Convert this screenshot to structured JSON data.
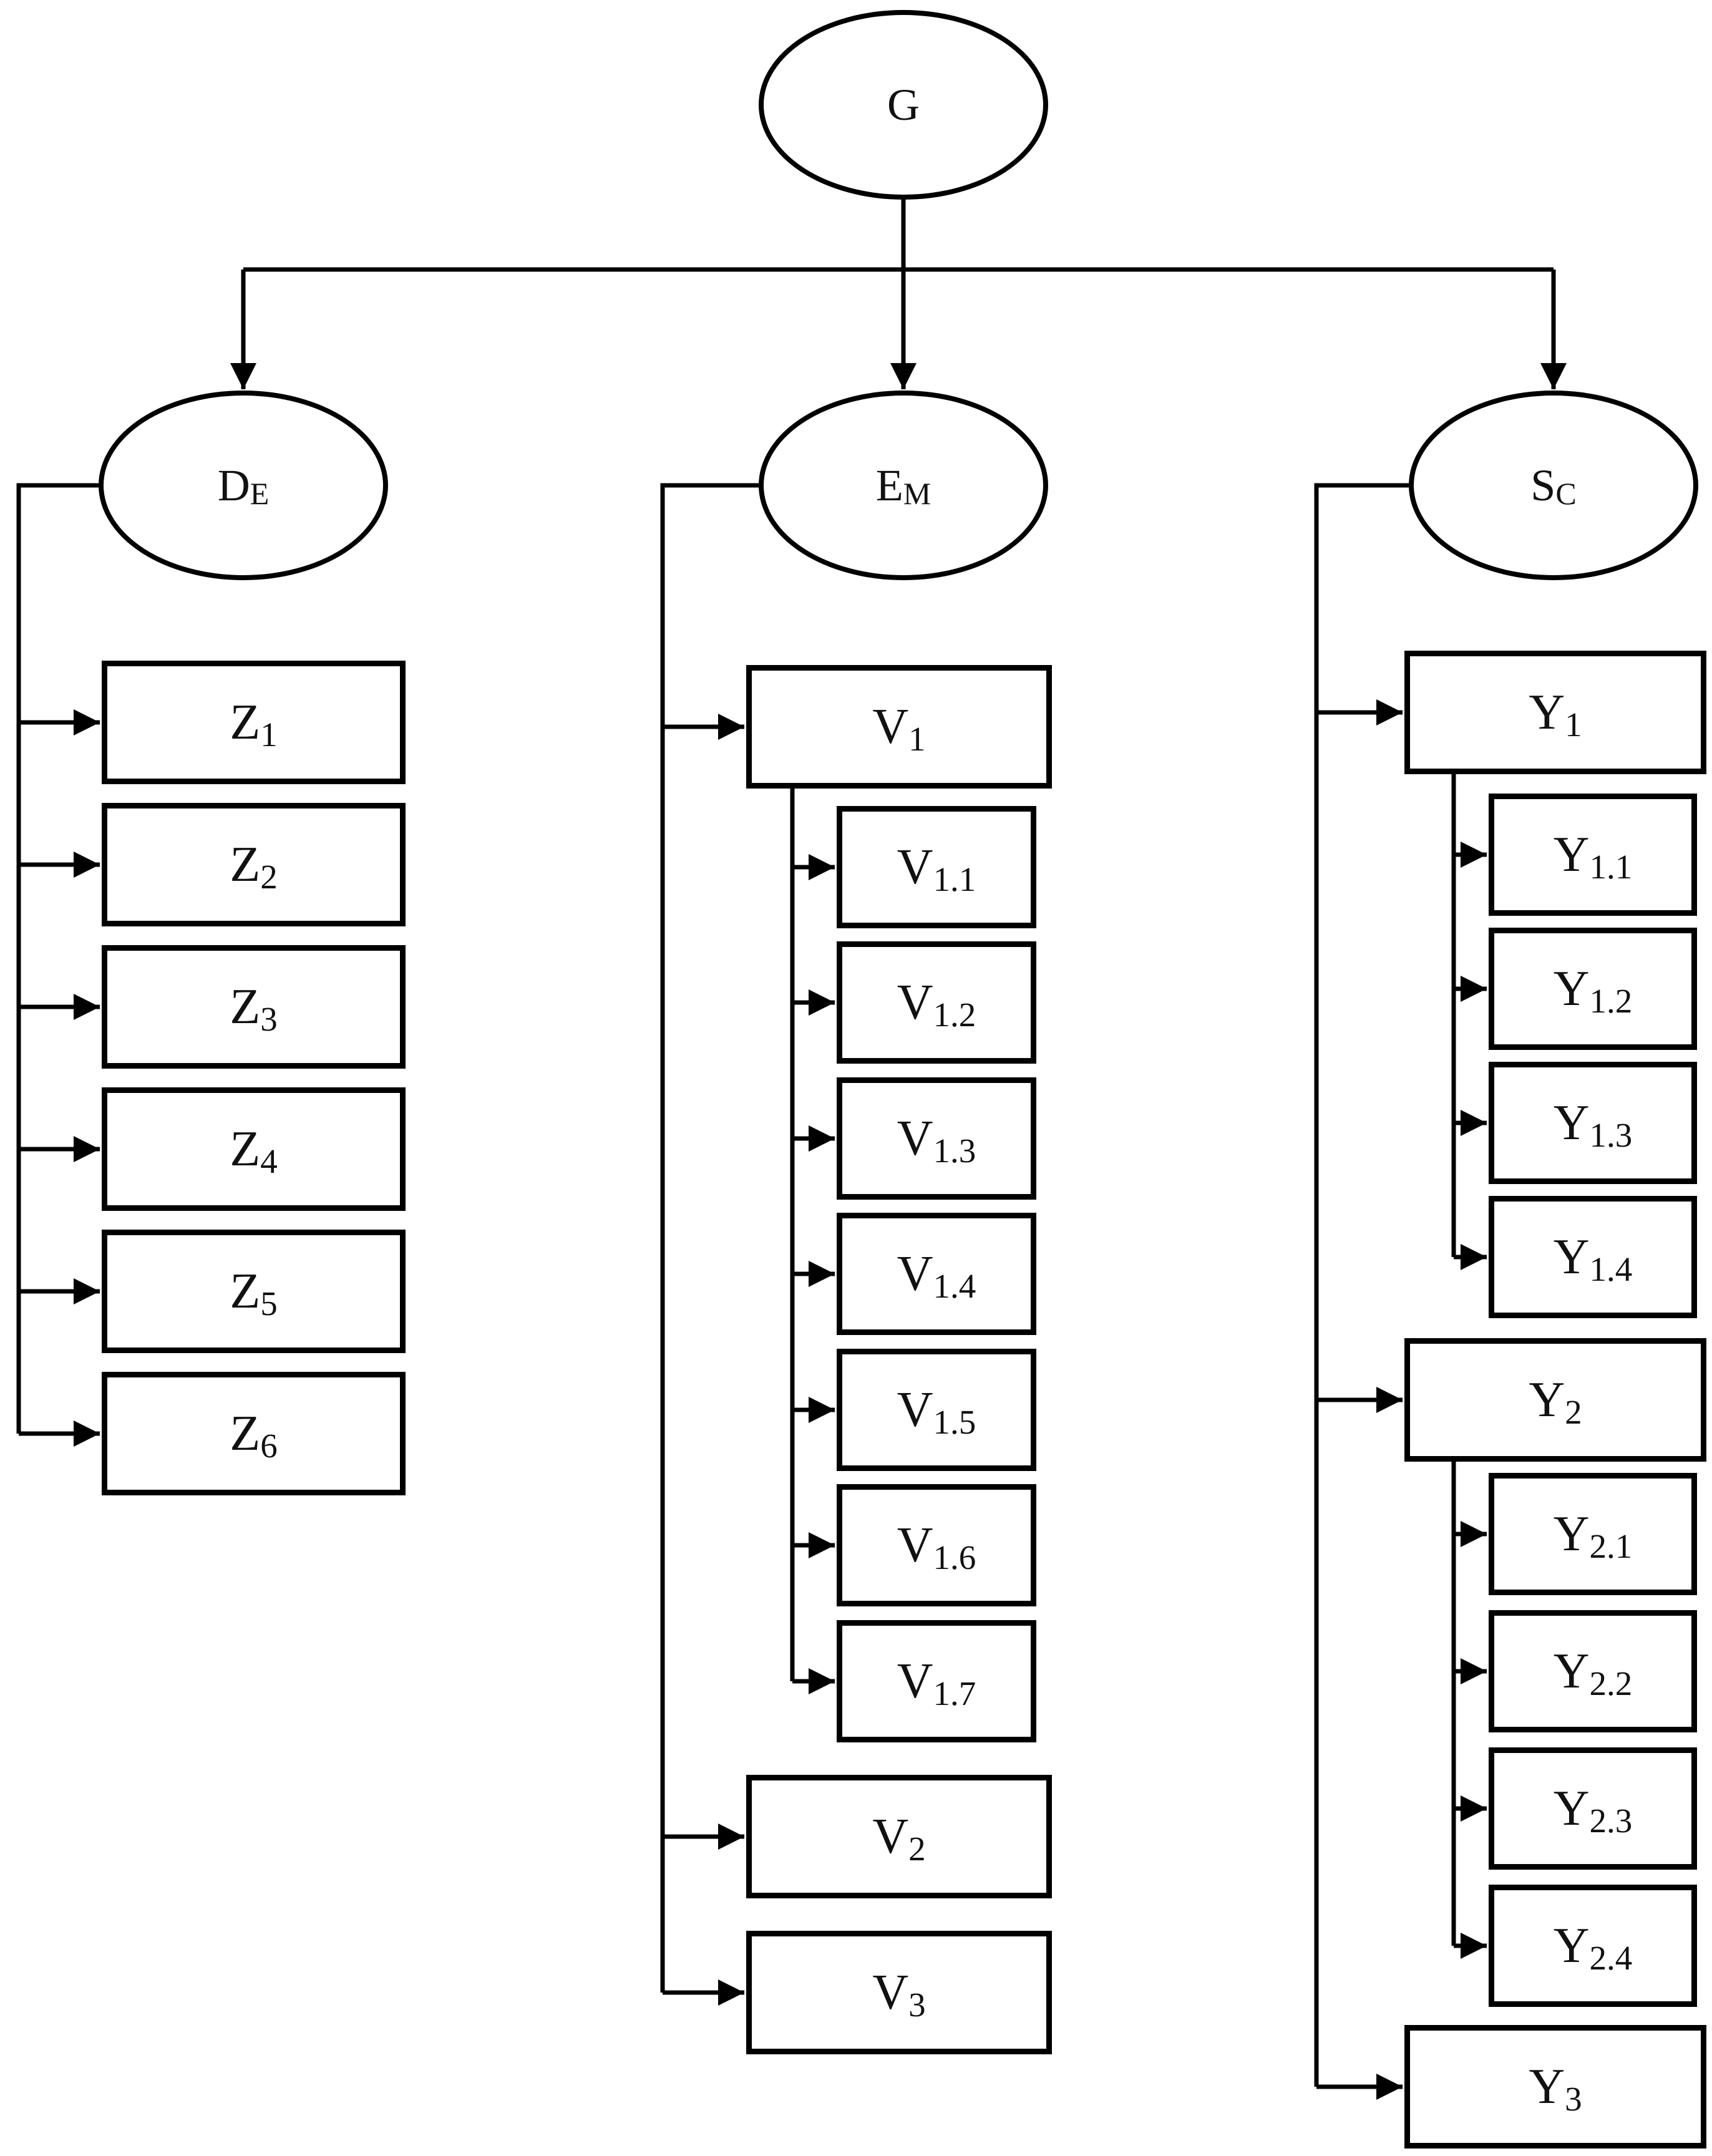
{
  "figure": {
    "background_color": "#ffffff",
    "line_color": "#000000",
    "nodes": {
      "g": {
        "main": "G",
        "sub": ""
      },
      "de": {
        "main": "D",
        "sub": "E"
      },
      "em": {
        "main": "E",
        "sub": "M"
      },
      "sc": {
        "main": "S",
        "sub": "C"
      },
      "z1": {
        "main": "Z",
        "sub": "1"
      },
      "z2": {
        "main": "Z",
        "sub": "2"
      },
      "z3": {
        "main": "Z",
        "sub": "3"
      },
      "z4": {
        "main": "Z",
        "sub": "4"
      },
      "z5": {
        "main": "Z",
        "sub": "5"
      },
      "z6": {
        "main": "Z",
        "sub": "6"
      },
      "v1": {
        "main": "V",
        "sub": "1"
      },
      "v1_1": {
        "main": "V",
        "sub": "1.1"
      },
      "v1_2": {
        "main": "V",
        "sub": "1.2"
      },
      "v1_3": {
        "main": "V",
        "sub": "1.3"
      },
      "v1_4": {
        "main": "V",
        "sub": "1.4"
      },
      "v1_5": {
        "main": "V",
        "sub": "1.5"
      },
      "v1_6": {
        "main": "V",
        "sub": "1.6"
      },
      "v1_7": {
        "main": "V",
        "sub": "1.7"
      },
      "v2": {
        "main": "V",
        "sub": "2"
      },
      "v3": {
        "main": "V",
        "sub": "3"
      },
      "y1": {
        "main": "Y",
        "sub": "1"
      },
      "y1_1": {
        "main": "Y",
        "sub": "1.1"
      },
      "y1_2": {
        "main": "Y",
        "sub": "1.2"
      },
      "y1_3": {
        "main": "Y",
        "sub": "1.3"
      },
      "y1_4": {
        "main": "Y",
        "sub": "1.4"
      },
      "y2": {
        "main": "Y",
        "sub": "2"
      },
      "y2_1": {
        "main": "Y",
        "sub": "2.1"
      },
      "y2_2": {
        "main": "Y",
        "sub": "2.2"
      },
      "y2_3": {
        "main": "Y",
        "sub": "2.3"
      },
      "y2_4": {
        "main": "Y",
        "sub": "2.4"
      },
      "y3": {
        "main": "Y",
        "sub": "3"
      }
    },
    "hierarchy": {
      "G": [
        "DE",
        "EM",
        "SC"
      ],
      "DE": [
        "Z1",
        "Z2",
        "Z3",
        "Z4",
        "Z5",
        "Z6"
      ],
      "EM": [
        "V1",
        "V2",
        "V3"
      ],
      "V1": [
        "V1.1",
        "V1.2",
        "V1.3",
        "V1.4",
        "V1.5",
        "V1.6",
        "V1.7"
      ],
      "SC": [
        "Y1",
        "Y2",
        "Y3"
      ],
      "Y1": [
        "Y1.1",
        "Y1.2",
        "Y1.3",
        "Y1.4"
      ],
      "Y2": [
        "Y2.1",
        "Y2.2",
        "Y2.3",
        "Y2.4"
      ]
    }
  }
}
